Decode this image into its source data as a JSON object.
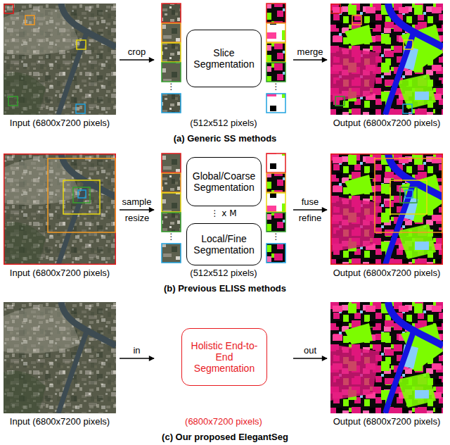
{
  "diagram": {
    "nodes": [
      {
        "text": [
          "Input (6800x7200 pixels)"
        ]
      },
      {
        "text": [
          "(512x512 pixels)"
        ]
      },
      {
        "text": [
          "Slice Segmentation"
        ],
        "in": 1
      },
      {
        "text": [
          "Output (6800x7200 pixels)"
        ]
      },
      {
        "text": [
          "Input (6800x7200 pixels)"
        ]
      },
      {
        "text": [
          "(512x512 pixels)"
        ]
      },
      {
        "text": [
          "Global/Coarse Segmentation"
        ],
        "in": 5
      },
      {
        "text": [
          "Local/Fine Segmentation"
        ],
        "in": 5
      },
      {
        "text": [
          "Output (6800x7200 pixels)"
        ]
      },
      {
        "text": [
          "Input (6800x7200 pixels)"
        ]
      },
      {
        "text": [
          "(6800x7200 pixels)"
        ]
      },
      {
        "text": [
          "Holistic End-to-End Segmentation"
        ],
        "in": 10
      },
      {
        "text": [
          "Output (6800x7200 pixels)"
        ]
      }
    ],
    "edges": [
      {
        "from": 0,
        "to": 1,
        "label": "crop",
        "arrow": "to"
      },
      {
        "from": 1,
        "to": 3,
        "label": "merge",
        "arrow": "to"
      },
      {
        "from": 4,
        "to": 5,
        "label": "sample",
        "arrow": "to"
      },
      {
        "from": 5,
        "to": 8,
        "label": "fuse",
        "arrow": "to"
      },
      {
        "from": 9,
        "to": 10,
        "label": "in",
        "arrow": "to"
      },
      {
        "from": 10,
        "to": 12,
        "label": "out",
        "arrow": "to"
      }
    ],
    "labels": [
      "⋮",
      "⋮",
      "(a) Generic SS methods",
      "resize",
      "⋮",
      "⋮ x M",
      "⋮",
      "refine",
      "(b) Previous ELISS methods",
      "(c) Our proposed ElegantSeg"
    ]
  }
}
